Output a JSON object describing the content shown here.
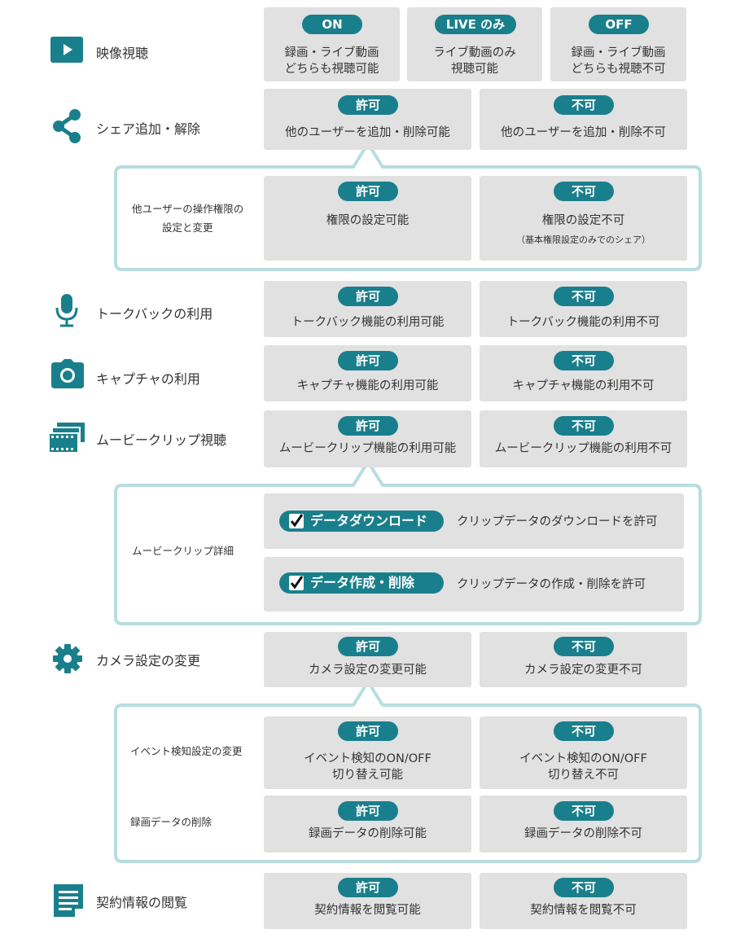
{
  "rows": {
    "video": {
      "label": "映像視聴",
      "on": {
        "pill": "ON",
        "line1": "録画・ライブ動画",
        "line2": "どちらも視聴可能"
      },
      "live": {
        "pill": "LIVE のみ",
        "line1": "ライブ動画のみ",
        "line2": "視聴可能"
      },
      "off": {
        "pill": "OFF",
        "line1": "録画・ライブ動画",
        "line2": "どちらも視聴不可"
      }
    },
    "share": {
      "label": "シェア追加・解除",
      "allow": {
        "pill": "許可",
        "text": "他のユーザーを追加・削除可能"
      },
      "deny": {
        "pill": "不可",
        "text": "他のユーザーを追加・削除不可"
      },
      "sub": {
        "label_line1": "他ユーザーの操作権限の",
        "label_line2": "設定と変更",
        "allow": {
          "pill": "許可",
          "text": "権限の設定可能"
        },
        "deny": {
          "pill": "不可",
          "text": "権限の設定不可",
          "note": "（基本権限設定のみでのシェア）"
        }
      }
    },
    "talkback": {
      "label": "トークバックの利用",
      "allow": {
        "pill": "許可",
        "text": "トークバック機能の利用可能"
      },
      "deny": {
        "pill": "不可",
        "text": "トークバック機能の利用不可"
      }
    },
    "capture": {
      "label": "キャプチャの利用",
      "allow": {
        "pill": "許可",
        "text": "キャプチャ機能の利用可能"
      },
      "deny": {
        "pill": "不可",
        "text": "キャプチャ機能の利用不可"
      }
    },
    "movie": {
      "label": "ムービークリップ視聴",
      "allow": {
        "pill": "許可",
        "text": "ムービークリップ機能の利用可能"
      },
      "deny": {
        "pill": "不可",
        "text": "ムービークリップ機能の利用不可"
      },
      "sub": {
        "label": "ムービークリップ詳細",
        "download": {
          "pill": "データダウンロード",
          "text": "クリップデータのダウンロードを許可",
          "checked": true
        },
        "create": {
          "pill": "データ作成・削除",
          "text": "クリップデータの作成・削除を許可",
          "checked": true
        }
      }
    },
    "camera": {
      "label": "カメラ設定の変更",
      "allow": {
        "pill": "許可",
        "text": "カメラ設定の変更可能"
      },
      "deny": {
        "pill": "不可",
        "text": "カメラ設定の変更不可"
      },
      "sub": {
        "event": {
          "label": "イベント検知設定の変更",
          "allow": {
            "pill": "許可",
            "line1": "イベント検知のON/OFF",
            "line2": "切り替え可能"
          },
          "deny": {
            "pill": "不可",
            "line1": "イベント検知のON/OFF",
            "line2": "切り替え不可"
          }
        },
        "delete": {
          "label": "録画データの削除",
          "allow": {
            "pill": "許可",
            "text": "録画データの削除可能"
          },
          "deny": {
            "pill": "不可",
            "text": "録画データの削除不可"
          }
        }
      }
    },
    "contract": {
      "label": "契約情報の閲覧",
      "allow": {
        "pill": "許可",
        "text": "契約情報を閲覧可能"
      },
      "deny": {
        "pill": "不可",
        "text": "契約情報を閲覧不可"
      }
    }
  },
  "icons": {
    "video": "play-icon",
    "share": "share-icon",
    "talkback": "microphone-icon",
    "capture": "camera-icon",
    "movie": "film-clip-icon",
    "camera": "gear-icon",
    "contract": "document-icon"
  },
  "colors": {
    "accent": "#1a7f8c",
    "box": "#e1e1e1",
    "frame": "#b7dde0"
  }
}
